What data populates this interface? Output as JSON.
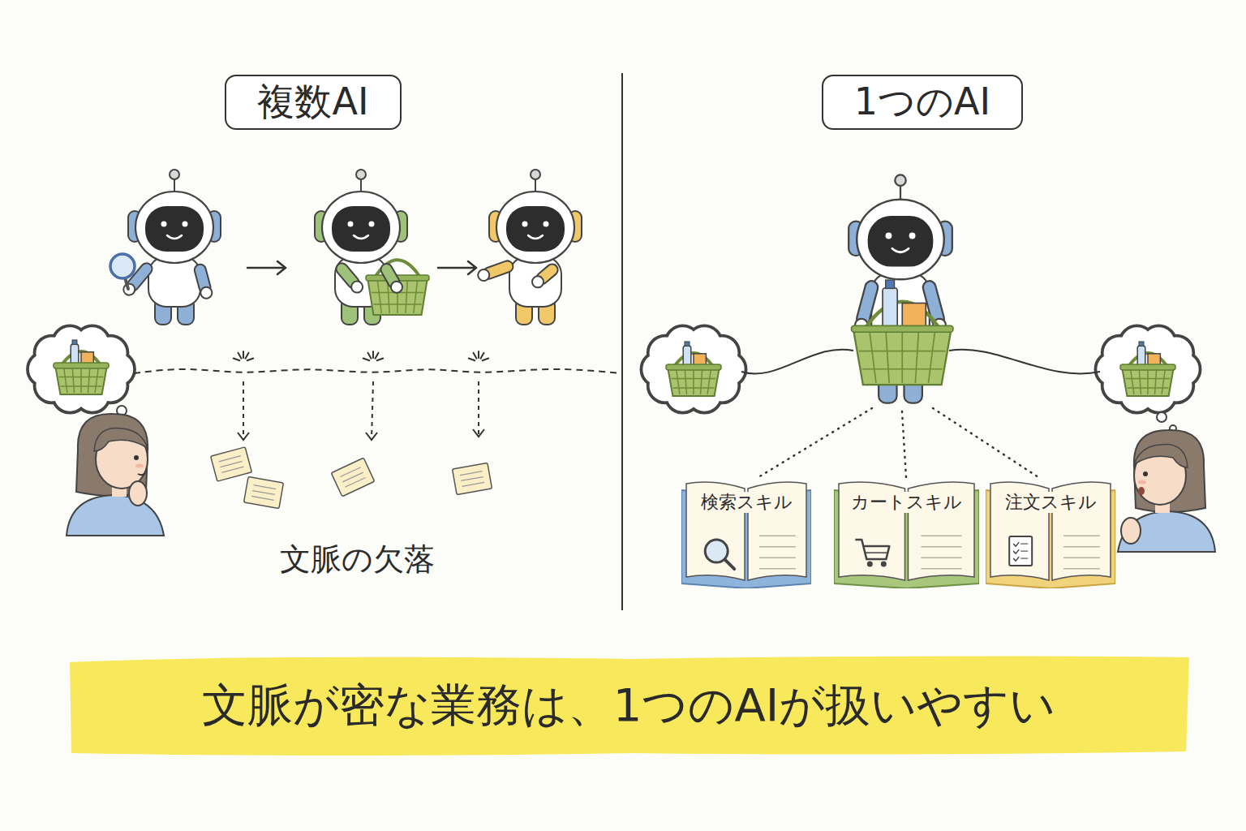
{
  "diagram": {
    "caption": "文脈が密な業務は、1つのAIが扱いやすい",
    "nodes": [
      {
        "text": [
          "複数AI"
        ]
      },
      {
        "text": [
          "1つのAI"
        ]
      },
      {
        "text": [
          "検索スキル"
        ]
      },
      {
        "text": [
          "カートスキル"
        ]
      },
      {
        "text": [
          "注文スキル"
        ]
      }
    ],
    "labels": [
      "文脈の欠落"
    ]
  }
}
